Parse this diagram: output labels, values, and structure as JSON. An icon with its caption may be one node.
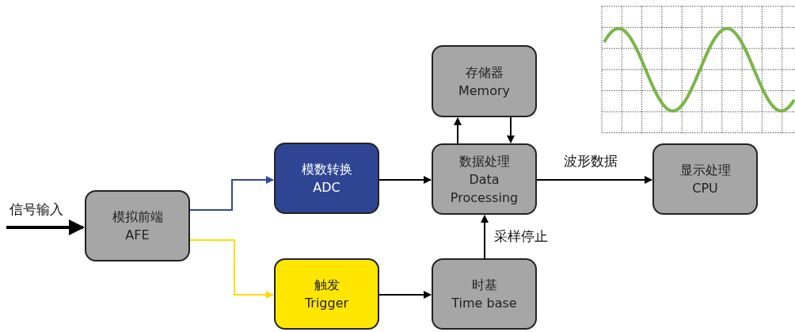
{
  "diagram": {
    "nodes": [
      {
        "text": [
          "模拟前端",
          "AFE"
        ]
      },
      {
        "text": [
          "模数转换",
          "ADC"
        ]
      },
      {
        "text": [
          "触发",
          "Trigger"
        ]
      },
      {
        "text": [
          "存储器",
          "Memory"
        ]
      },
      {
        "text": [
          "数据处理",
          "Data Processing"
        ]
      },
      {
        "text": [
          "时基",
          "Time base"
        ]
      },
      {
        "text": [
          "显示处理",
          "CPU"
        ]
      }
    ],
    "edges": [
      {
        "from": null,
        "to": 0,
        "arrow": "to",
        "label": "信号输入",
        "style": "thick"
      },
      {
        "from": 0,
        "to": 1,
        "arrow": "to",
        "color": "#2e4a9e"
      },
      {
        "from": 0,
        "to": 2,
        "arrow": "to",
        "color": "#ffdd00"
      },
      {
        "from": 1,
        "to": 4,
        "arrow": "to"
      },
      {
        "from": 2,
        "to": 5,
        "arrow": "to"
      },
      {
        "from": 4,
        "to": 3,
        "arrow": "to"
      },
      {
        "from": 3,
        "to": 4,
        "arrow": "to"
      },
      {
        "from": 4,
        "to": 6,
        "arrow": "to",
        "label": "波形数据"
      },
      {
        "from": 5,
        "to": 4,
        "arrow": "to",
        "label": "采样停止"
      }
    ]
  }
}
